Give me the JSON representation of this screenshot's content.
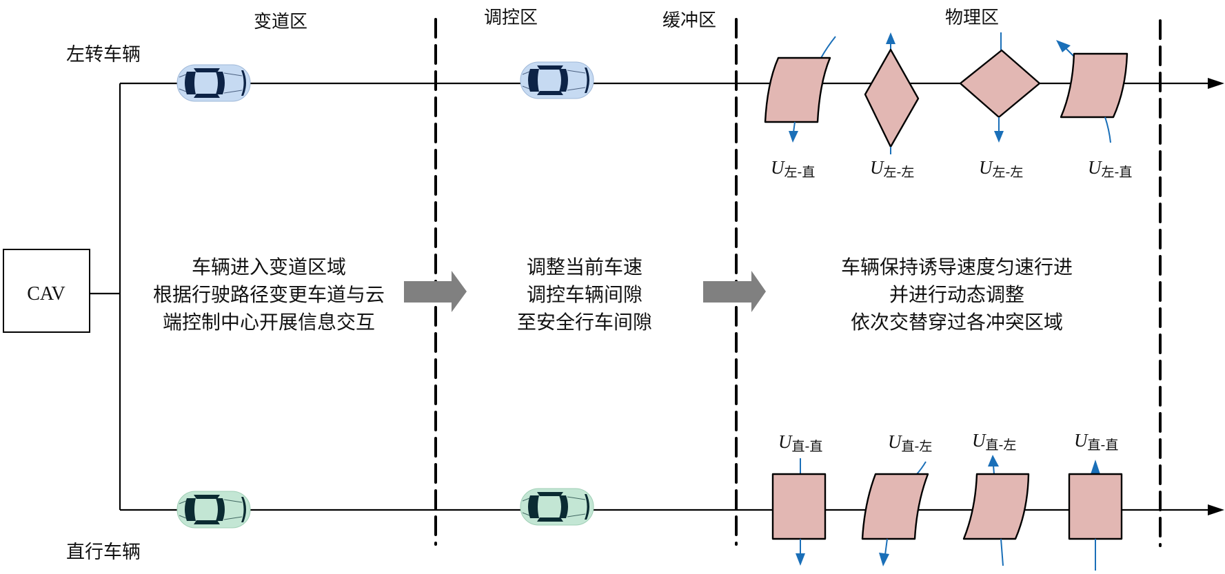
{
  "zones": {
    "lane_change": "变道区",
    "control": "调控区",
    "buffer": "缓冲区",
    "physical": "物理区"
  },
  "lanes": {
    "left_turn": "左转车辆",
    "straight": "直行车辆"
  },
  "cav_box": "CAV",
  "descriptions": {
    "lane_change": [
      "车辆进入变道区域",
      "根据行驶路径变更车道与云",
      "端控制中心开展信息交互"
    ],
    "control": [
      "调整当前车速",
      "调控车辆间隙",
      "至安全行车间隙"
    ],
    "physical": [
      "车辆保持诱导速度匀速行进",
      "并进行动态调整",
      "依次交替穿过各冲突区域"
    ]
  },
  "conflict_labels": {
    "left_lane": [
      {
        "symbol": "U",
        "sub": "左-直"
      },
      {
        "symbol": "U",
        "sub": "左-左"
      },
      {
        "symbol": "U",
        "sub": "左-左"
      },
      {
        "symbol": "U",
        "sub": "左-直"
      }
    ],
    "straight_lane": [
      {
        "symbol": "U",
        "sub": "直-直"
      },
      {
        "symbol": "U",
        "sub": "直-左"
      },
      {
        "symbol": "U",
        "sub": "直-左"
      },
      {
        "symbol": "U",
        "sub": "直-直"
      }
    ]
  },
  "colors": {
    "conflict_fill": "#e2b7b3",
    "flow_arrow": "#1a6fb8",
    "stage_arrow": "#808080",
    "left_car_body": "#c6daf2",
    "left_car_window": "#0d2346",
    "straight_car_body": "#c3e6d4",
    "straight_car_window": "#0b2b32"
  }
}
